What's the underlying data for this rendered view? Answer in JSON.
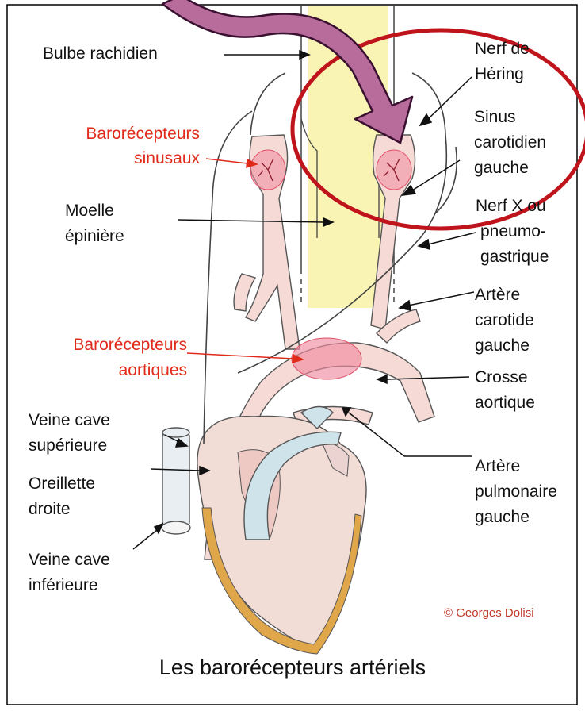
{
  "labels": {
    "bulbe": "Bulbe rachidien",
    "baro_sinus_1": "Barorécepteurs",
    "baro_sinus_2": "sinusaux",
    "moelle_1": "Moelle",
    "moelle_2": "épinière",
    "baro_aort_1": "Barorécepteurs",
    "baro_aort_2": "aortiques",
    "vcs_1": "Veine cave",
    "vcs_2": "supérieure",
    "od_1": "Oreillette",
    "od_2": "droite",
    "vci_1": "Veine cave",
    "vci_2": "inférieure",
    "hering_1": "Nerf de",
    "hering_2": "Héring",
    "sinus_1": "Sinus",
    "sinus_2": "carotidien",
    "sinus_3": "gauche",
    "nerfx_1": "Nerf X ou",
    "nerfx_2": "pneumo-",
    "nerfx_3": "gastrique",
    "carotide_1": "Artère",
    "carotide_2": "carotide",
    "carotide_3": "gauche",
    "crosse_1": "Crosse",
    "crosse_2": "aortique",
    "pulm_1": "Artère",
    "pulm_2": "pulmonaire",
    "pulm_3": "gauche"
  },
  "credit": "© Georges Dolisi",
  "caption": "Les barorécepteurs artériels",
  "colors": {
    "label_red": "#e02a1a",
    "highlight_circle": "#c0141c",
    "arrow": "#b86c9c",
    "spinal_cord": "#f9f4b4",
    "vessel": "#f5dad6",
    "heart_wall": "#e0a74a",
    "baroreceptor": "#f08ca0"
  }
}
